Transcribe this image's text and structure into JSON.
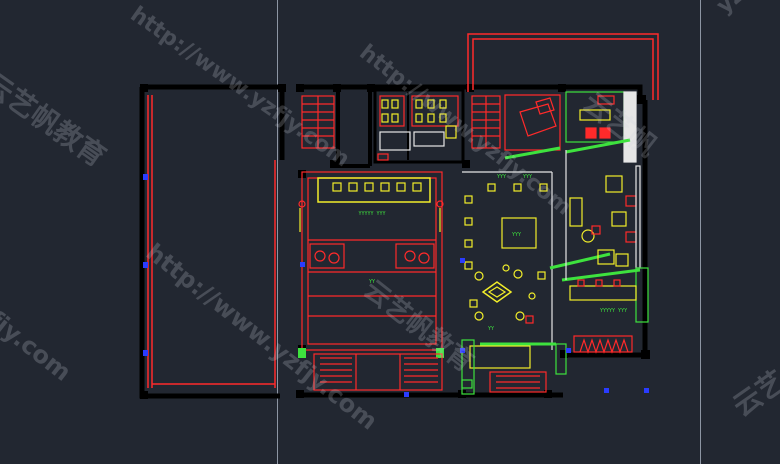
{
  "colors": {
    "background": "#222731",
    "wall": "#000000",
    "red": "#ff2a2a",
    "yellow": "#f2ee2a",
    "green": "#3ee23e",
    "white": "#e6e6e6",
    "cyan": "#3cd2e6",
    "blue": "#2a3cff",
    "guide": "#8d95a3"
  },
  "watermark": {
    "url": "http://www.yzfjy.com",
    "brand": "云艺帆教育",
    "brand_short": "云艺帆",
    "fragment_right": "yzfjy",
    "fragment_left_bottom": "fjy.com",
    "fragment_right_bottom": "云艺"
  },
  "labels": {
    "room_tag": "YYYYY YYY",
    "small_tag": "YYY",
    "tiny_tag": "YY"
  }
}
